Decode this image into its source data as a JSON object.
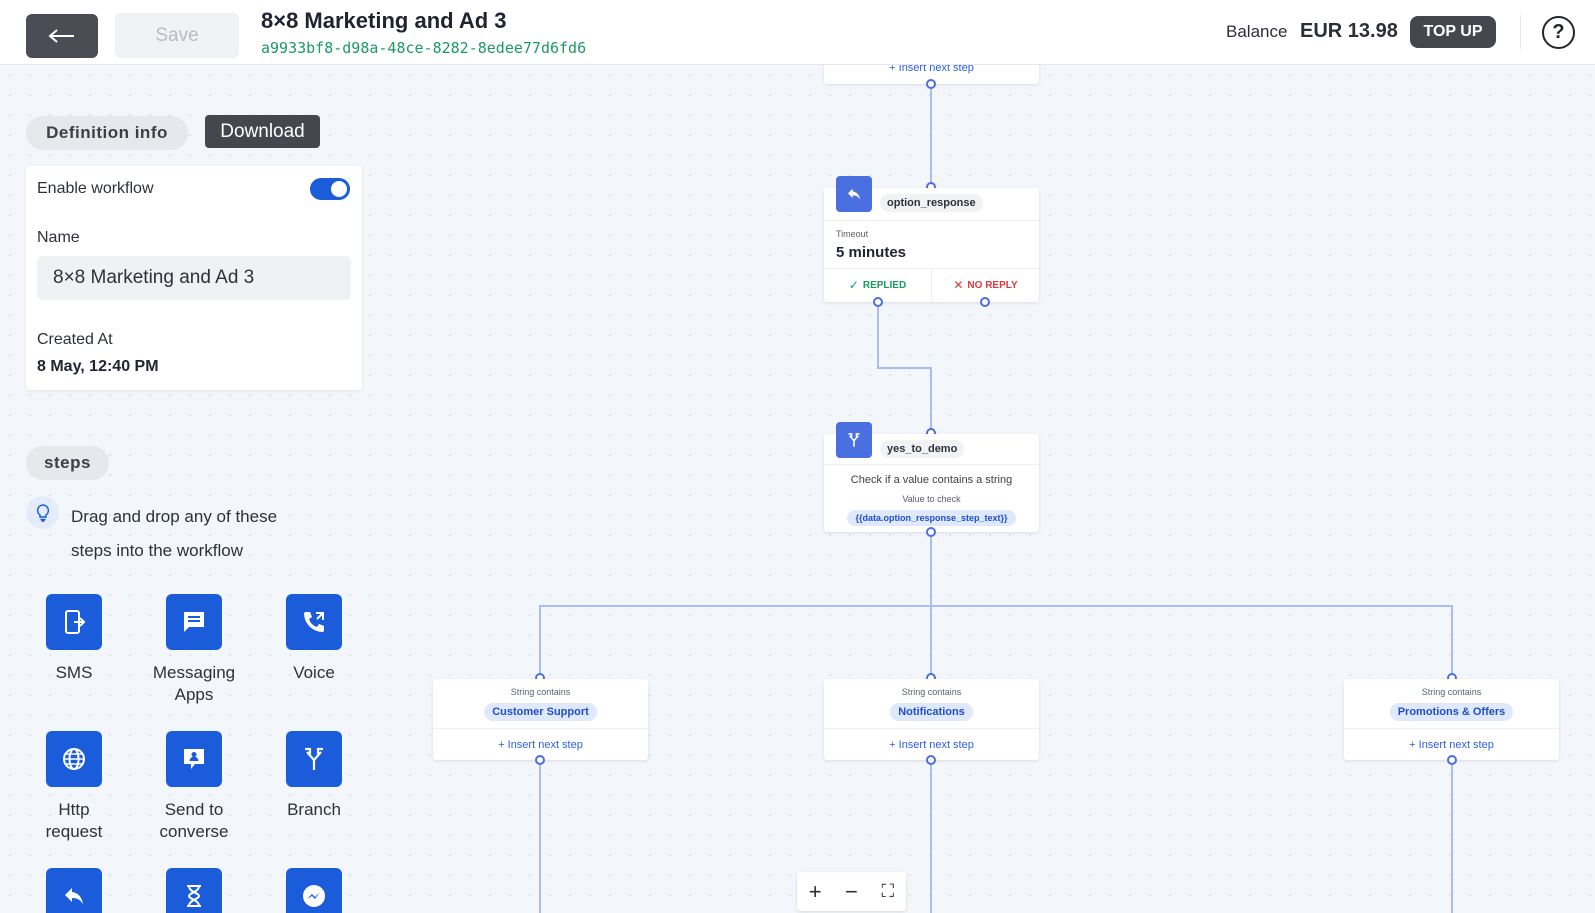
{
  "header": {
    "save_label": "Save",
    "title": "8×8 Marketing and Ad 3",
    "workflow_id": "a9933bf8-d98a-48ce-8282-8edee77d6fd6",
    "balance_label": "Balance",
    "balance_value": "EUR 13.98",
    "topup_label": "TOP UP",
    "help_label": "?"
  },
  "panel": {
    "definition_tab": "Definition info",
    "download_label": "Download",
    "enable_label": "Enable workflow",
    "enabled": true,
    "name_label": "Name",
    "name_value": "8×8 Marketing and Ad 3",
    "created_label": "Created At",
    "created_value": "8 May, 12:40 PM",
    "steps_tab": "steps",
    "tip_line1": "Drag and drop any of these",
    "tip_line2": "steps into the workflow",
    "tools": [
      {
        "label": "SMS",
        "icon": "sms-icon"
      },
      {
        "label": "Messaging Apps",
        "icon": "chat-icon"
      },
      {
        "label": "Voice",
        "icon": "phone-icon"
      },
      {
        "label": "Http request",
        "icon": "globe-icon"
      },
      {
        "label": "Send to converse",
        "icon": "contact-message-icon"
      },
      {
        "label": "Branch",
        "icon": "branch-icon"
      },
      {
        "label": "",
        "icon": "reply-icon"
      },
      {
        "label": "",
        "icon": "hourglass-icon"
      },
      {
        "label": "",
        "icon": "messenger-icon"
      }
    ]
  },
  "canvas": {
    "insert_label": "+ Insert next step",
    "option_node": {
      "name": "option_response",
      "timeout_label": "Timeout",
      "timeout_value": "5 minutes",
      "replied_label": "REPLIED",
      "no_reply_label": "NO REPLY"
    },
    "branch_node": {
      "name": "yes_to_demo",
      "description": "Check if a value contains a string",
      "value_label": "Value to check",
      "value": "{{data.option_response_step_text}}"
    },
    "cases": [
      {
        "condition": "String contains",
        "value": "Customer Support"
      },
      {
        "condition": "String contains",
        "value": "Notifications"
      },
      {
        "condition": "String contains",
        "value": "Promotions & Offers"
      }
    ],
    "zoom": {
      "in": "+",
      "out": "−",
      "fit": "⛶"
    }
  },
  "colors": {
    "accent": "#1a5cd9",
    "node_accent": "#4a6fe0",
    "success": "#1a9b61",
    "danger": "#e0383e"
  }
}
